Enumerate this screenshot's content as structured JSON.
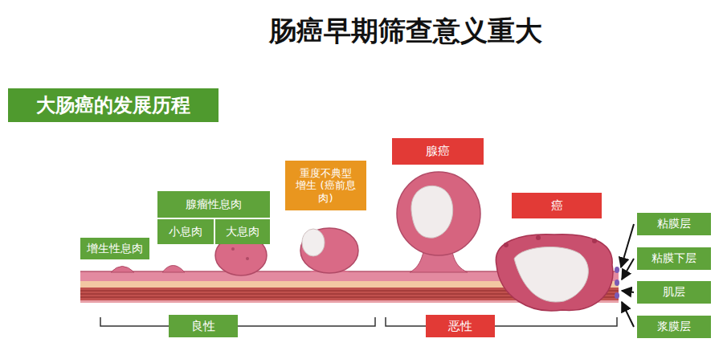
{
  "diagram": {
    "title": "肠癌早期筛查意义重大",
    "nodes": [
      {
        "text": [
          "大肠癌的发展历程"
        ]
      },
      {
        "text": [
          "增生性息肉"
        ]
      },
      {
        "text": [
          "腺瘤性息肉"
        ]
      },
      {
        "text": [
          "小息肉"
        ],
        "in": 2
      },
      {
        "text": [
          "大息肉"
        ],
        "in": 2
      },
      {
        "text": [
          "重度不典型 增生 (癌前息肉)"
        ]
      },
      {
        "text": [
          "腺癌"
        ]
      },
      {
        "text": [
          "癌"
        ]
      },
      {
        "text": [
          "粘膜层"
        ]
      },
      {
        "text": [
          "粘膜下层"
        ]
      },
      {
        "text": [
          "肌层"
        ]
      },
      {
        "text": [
          "浆膜层"
        ]
      },
      {
        "text": [
          "良性"
        ]
      },
      {
        "text": [
          "恶性"
        ]
      }
    ]
  }
}
